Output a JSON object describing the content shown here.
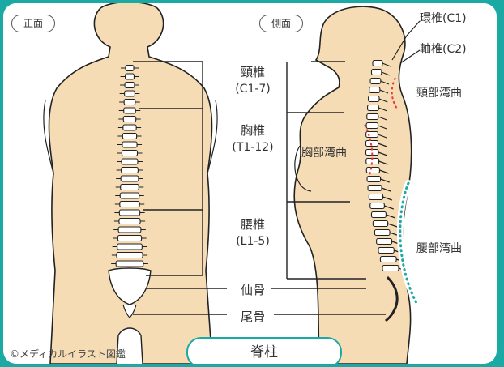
{
  "views": {
    "front": "正面",
    "side": "側面"
  },
  "regions": {
    "cervical": {
      "name": "頸椎",
      "range": "(C1-7)"
    },
    "thoracic": {
      "name": "胸椎",
      "range": "(T1-12)"
    },
    "lumbar": {
      "name": "腰椎",
      "range": "(L1-5)"
    },
    "sacrum": {
      "name": "仙骨"
    },
    "coccyx": {
      "name": "尾骨"
    }
  },
  "side_labels": {
    "atlas": "環椎(C1)",
    "axis": "軸椎(C2)",
    "cervical_curve": "頸部湾曲",
    "thoracic_curve": "胸部湾曲",
    "lumbar_curve": "腰部湾曲"
  },
  "credit": "©メディカルイラスト図鑑",
  "title": "脊柱",
  "colors": {
    "frame": "#1aa9a3",
    "skin": "#f6dcb5",
    "skin_outline": "#222222",
    "curve_red": "#e23b3b",
    "curve_teal": "#1aa9a3"
  }
}
